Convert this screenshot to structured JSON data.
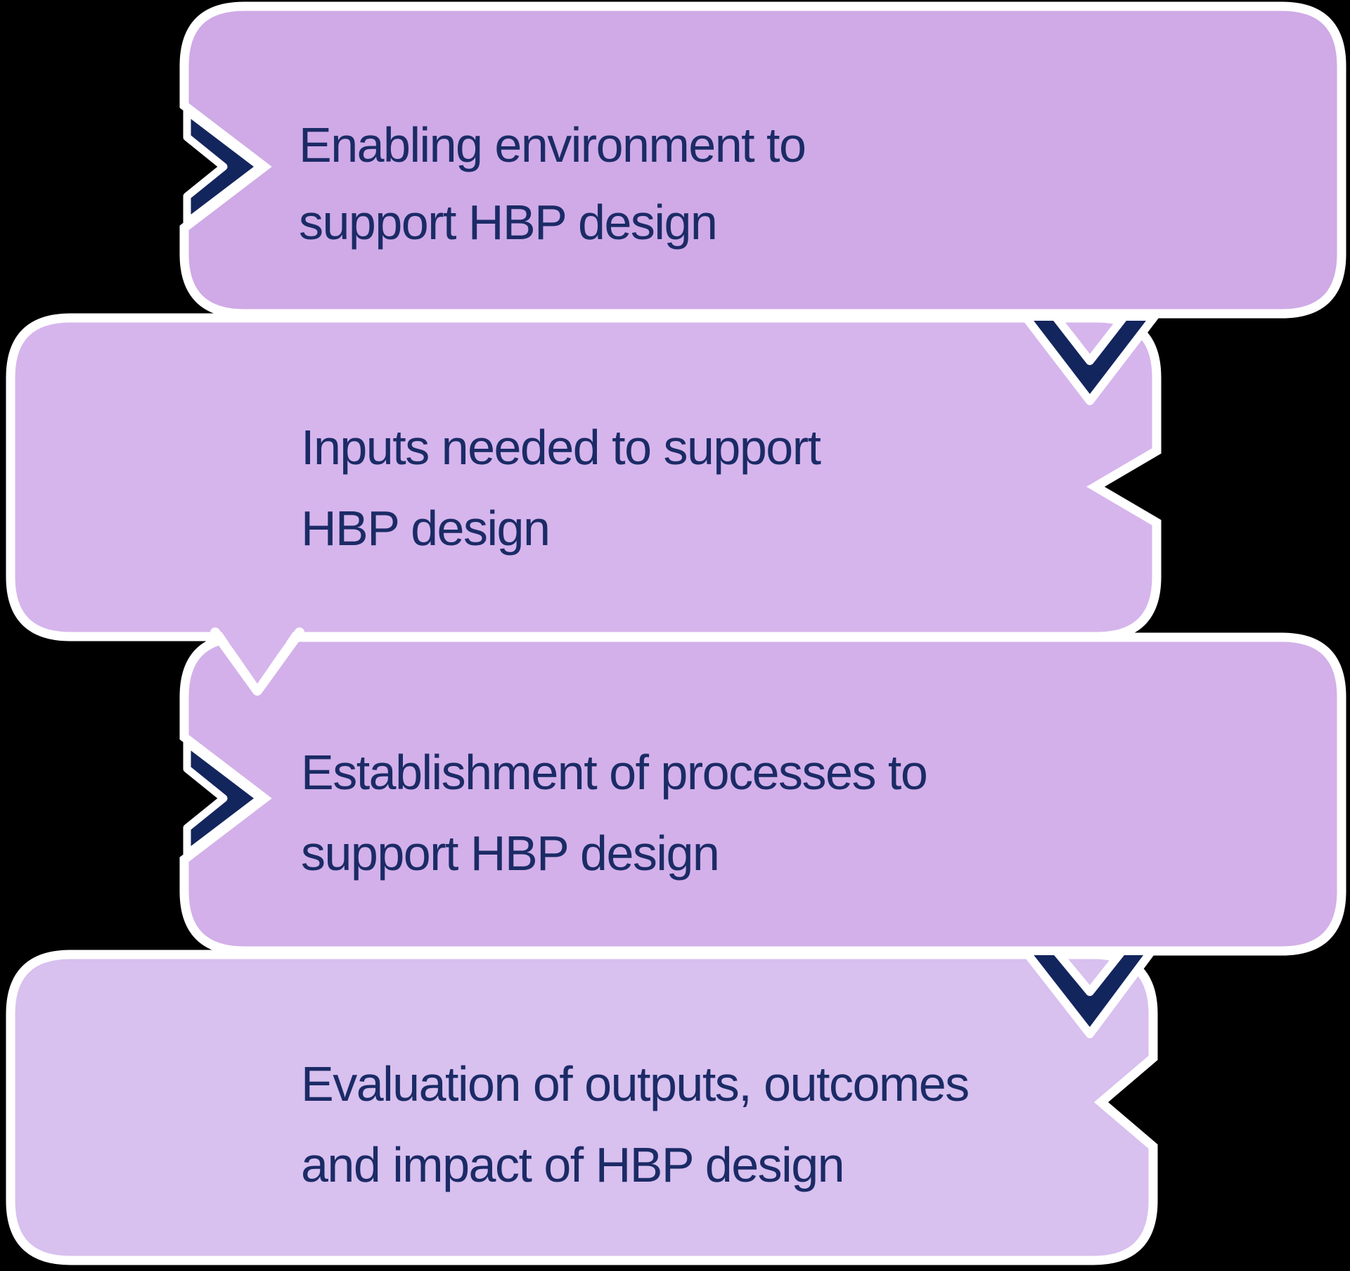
{
  "diagram": {
    "steps": [
      {
        "lines": [
          "Enabling environment to",
          "support HBP design"
        ]
      },
      {
        "lines": [
          "Inputs needed to support",
          "HBP design"
        ]
      },
      {
        "lines": [
          "Establishment of processes to",
          "support HBP design"
        ]
      },
      {
        "lines": [
          "Evaluation of outputs, outcomes",
          "and impact of HBP design"
        ]
      }
    ],
    "colors": {
      "background": "#000000",
      "box1": "#cfaae6",
      "box2": "#d6b5ec",
      "box3": "#d3b0e9",
      "box4": "#d8c0ef",
      "arrow_navy": "#13255d",
      "text_navy": "#1b2b66",
      "outline": "#ffffff"
    }
  }
}
